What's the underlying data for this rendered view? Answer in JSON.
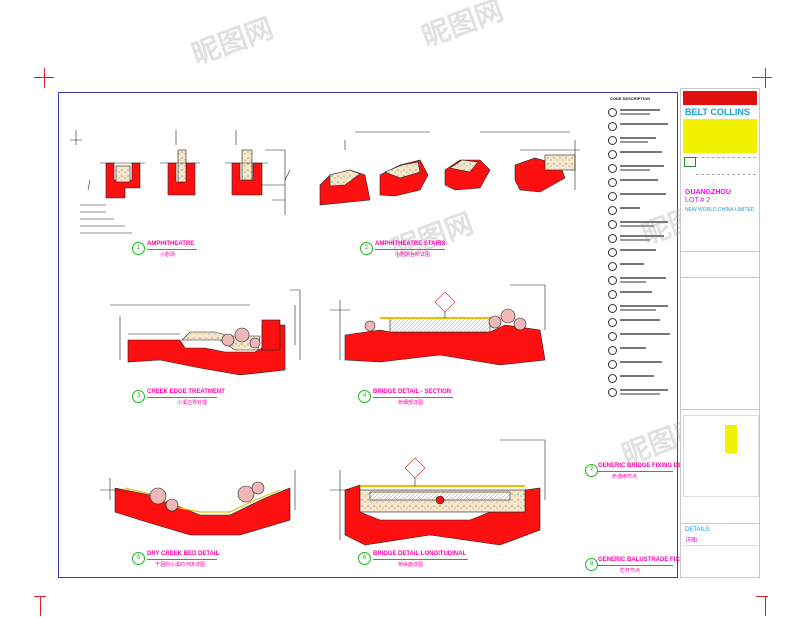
{
  "drawing": {
    "details": [
      {
        "num": "1",
        "title": "AMPHITHEATRE",
        "subtitle": "小剧场"
      },
      {
        "num": "2",
        "title": "AMPHITHEATRE STAIRS",
        "subtitle": "小剧场台阶详图"
      },
      {
        "num": "3",
        "title": "CREEK EDGE TREATMENT",
        "subtitle": "小溪边界处理"
      },
      {
        "num": "4",
        "title": "BRIDGE DETAIL - SECTION",
        "subtitle": "桥细部详图"
      },
      {
        "num": "5",
        "title": "DRY CREEK BED DETAIL",
        "subtitle": "干涸的小溪的河床详图"
      },
      {
        "num": "6",
        "title": "BRIDGE DETAIL LONGITUDINAL",
        "subtitle": "桥纵面详图"
      },
      {
        "num": "7",
        "title": "GENERIC BRIDGE FIXING DETAIL",
        "subtitle": "桥通用节点"
      },
      {
        "num": "8",
        "title": "GENERIC BALUSTRADE FIXING DETAIL",
        "subtitle": "栏杆节点"
      }
    ],
    "legend_title": "CODE   DESCRIPTION"
  },
  "title_block": {
    "firm": "BELT COLLINS",
    "project": "GUANGZHOU",
    "lot": "LOT # 2",
    "client": "NEW WORLD CHINA LIMITED",
    "sheet_title": "DETAILS",
    "sheet_title_cn": "详图"
  },
  "watermark": "昵图网"
}
